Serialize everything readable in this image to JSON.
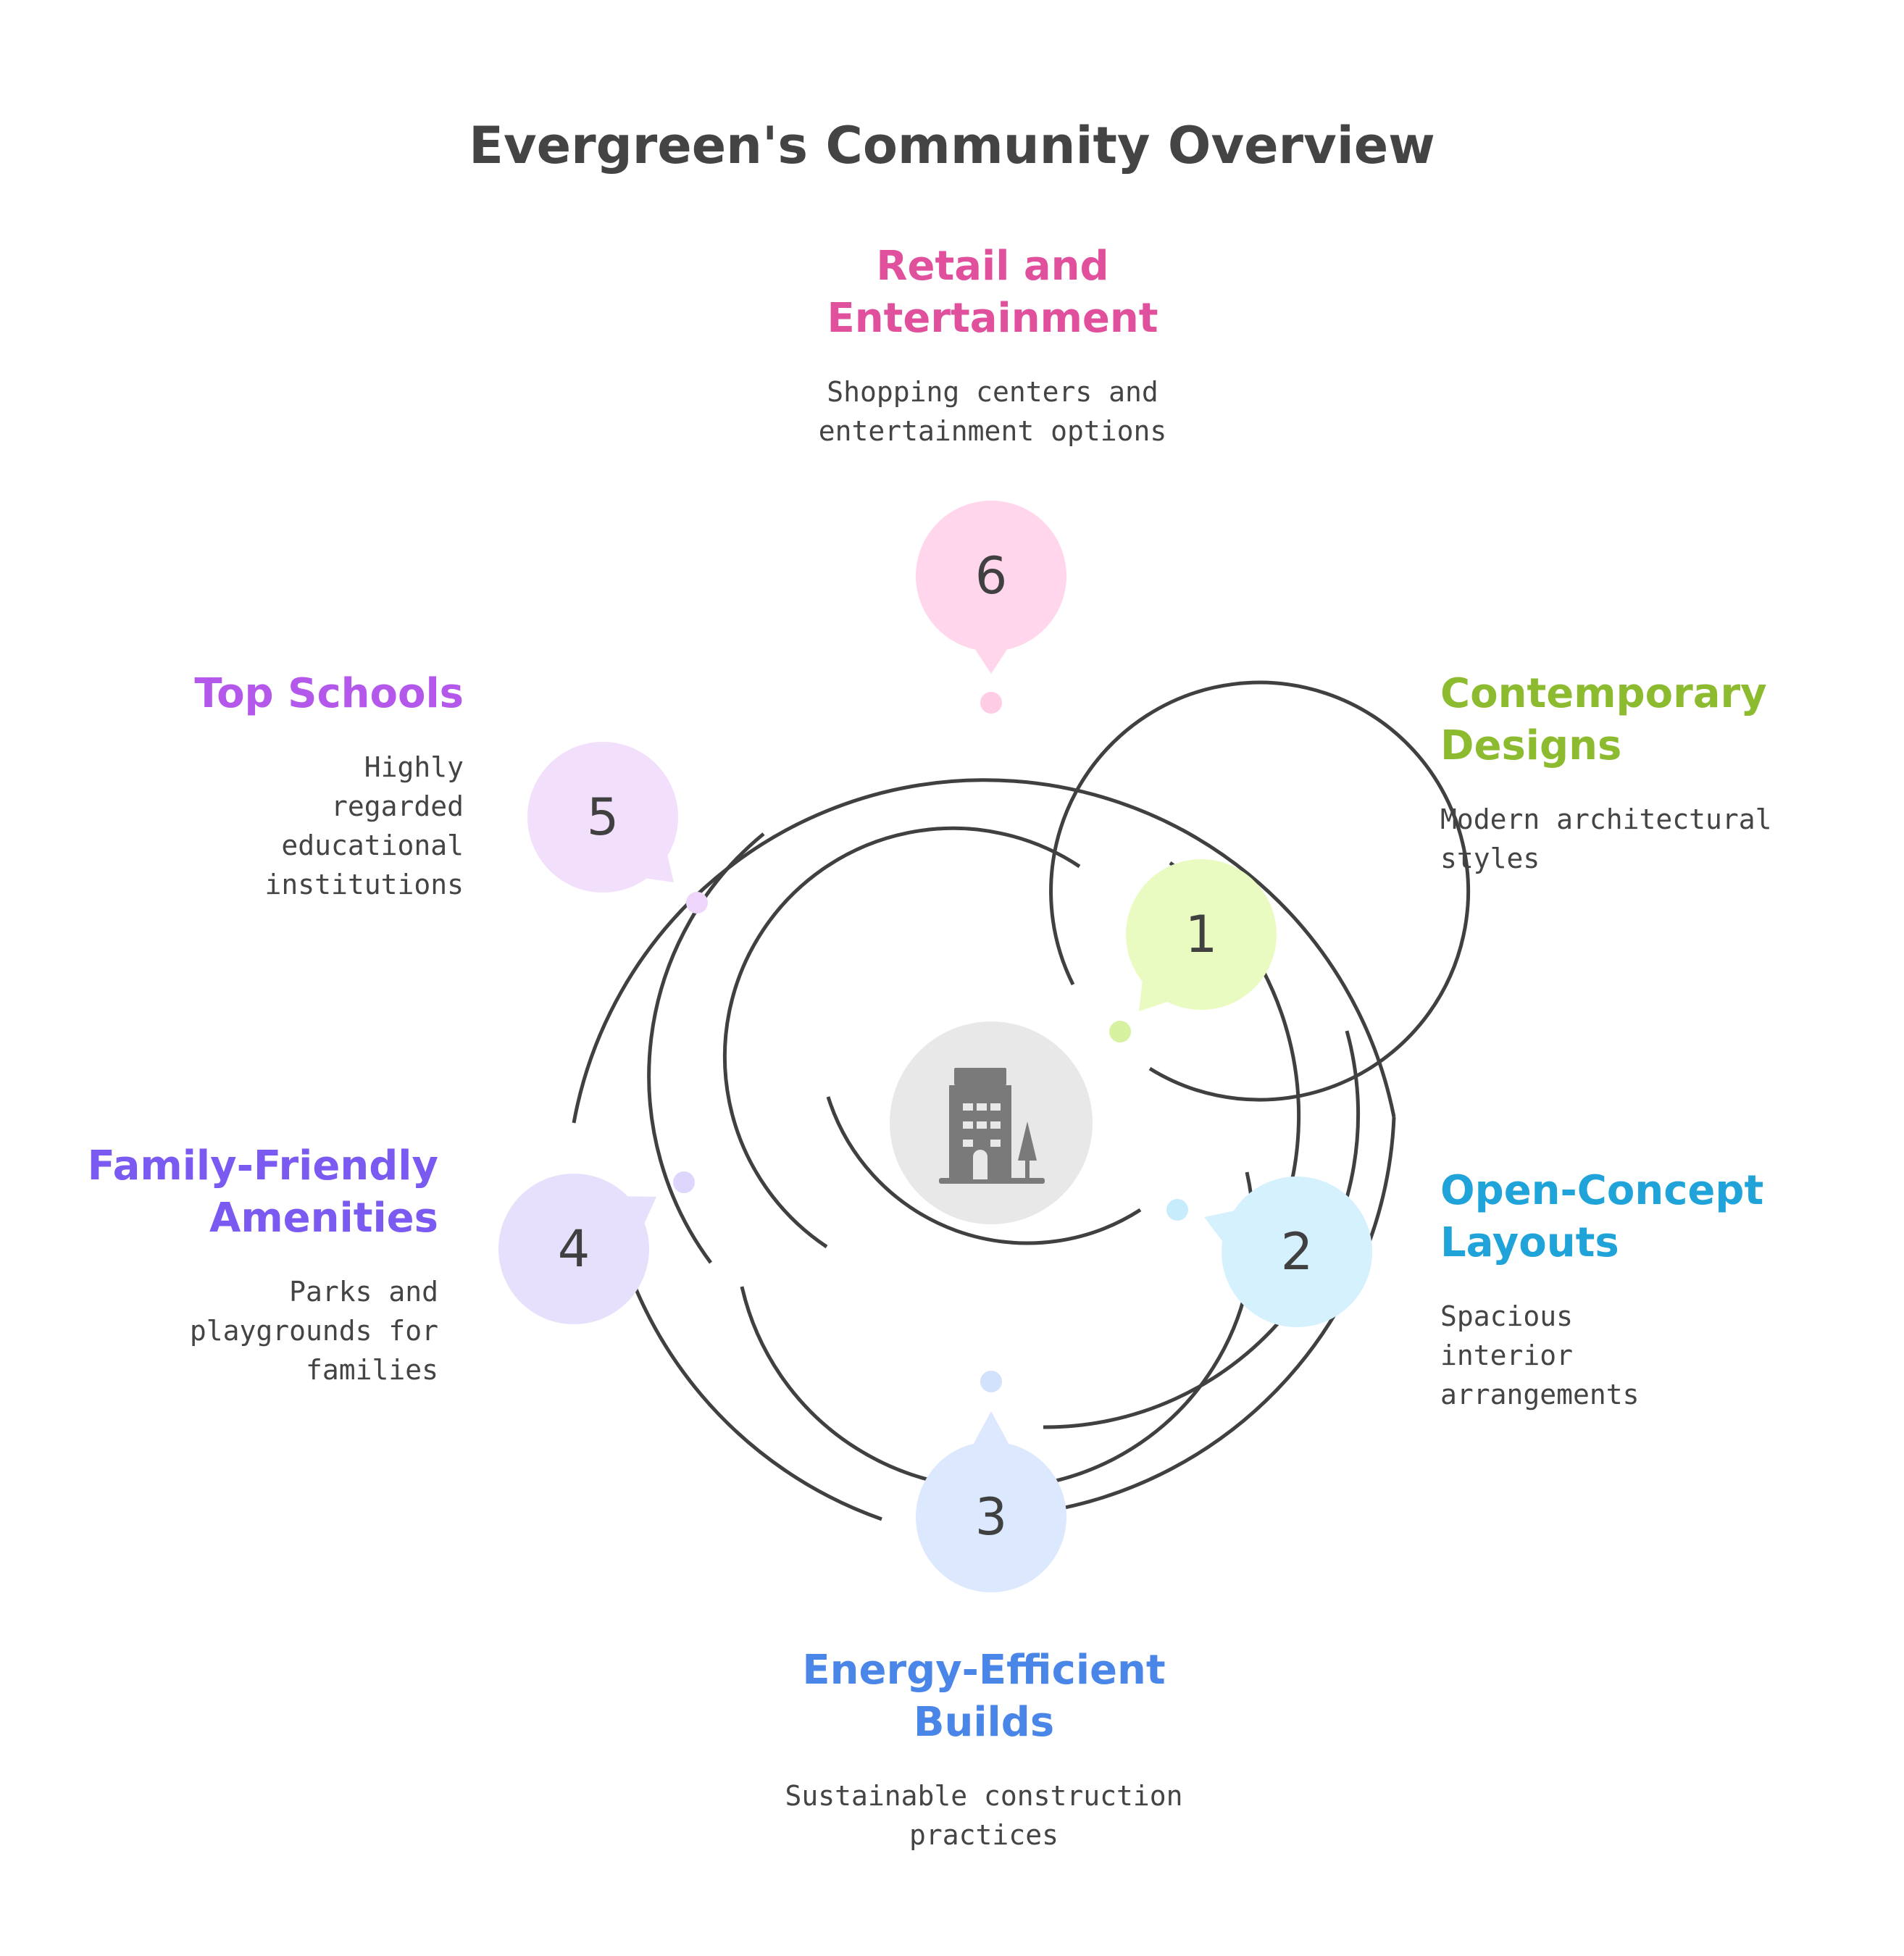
{
  "title": "Evergreen's Community Overview",
  "center_icon": "building-with-tree-icon",
  "items": [
    {
      "number": "1",
      "title": "Contemporary Designs",
      "description": "Modern architectural styles",
      "color": "#8DBB2F",
      "bubble_color": "#E9FBC0",
      "dot_color": "#D6F2A0"
    },
    {
      "number": "2",
      "title": "Open-Concept Layouts",
      "description": "Spacious interior arrangements",
      "color": "#1FA3D8",
      "bubble_color": "#D4F1FD",
      "dot_color": "#C7ECFB"
    },
    {
      "number": "3",
      "title": "Energy-Efficient Builds",
      "description": "Sustainable construction practices",
      "color": "#4A86E8",
      "bubble_color": "#DCE8FD",
      "dot_color": "#D3E2FC"
    },
    {
      "number": "4",
      "title": "Family-Friendly Amenities",
      "description": "Parks and playgrounds for families",
      "color": "#7A5AF0",
      "bubble_color": "#E6E0FD",
      "dot_color": "#DED6FC"
    },
    {
      "number": "5",
      "title": "Top Schools",
      "description": "Highly regarded educational institutions",
      "color": "#B458EC",
      "bubble_color": "#F2DFFC",
      "dot_color": "#EED5FB"
    },
    {
      "number": "6",
      "title": "Retail and Entertainment",
      "description": "Shopping centers and entertainment options",
      "color": "#E0509D",
      "bubble_color": "#FFD6EC",
      "dot_color": "#FFCCE5"
    }
  ]
}
